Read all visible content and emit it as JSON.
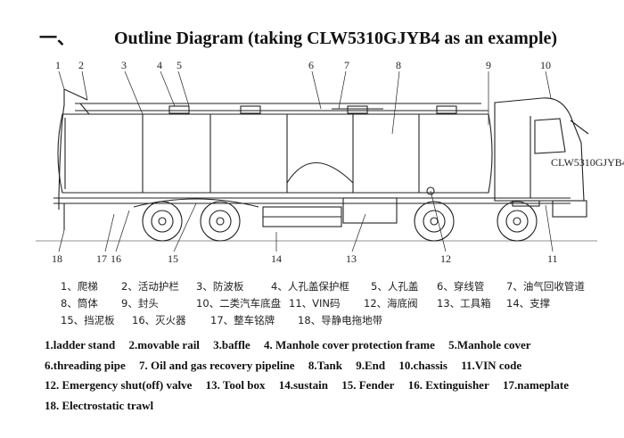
{
  "title": {
    "prefix": "一、",
    "text": "Outline Diagram (taking CLW5310GJYB4 as an example)"
  },
  "callouts": [
    "1",
    "2",
    "3",
    "4",
    "5",
    "6",
    "7",
    "8",
    "9",
    "10",
    "11",
    "12",
    "13",
    "14",
    "15",
    "16",
    "17",
    "18"
  ],
  "truck_text": [
    "CLW5310GJYB4"
  ],
  "legend_zh": [
    "1、爬梯",
    "2、活动护栏",
    "3、防波板",
    "4、人孔盖保护框",
    "5、人孔盖",
    "6、穿线管",
    "7、油气回收管道",
    "8、筒体",
    "9、封头",
    "10、二类汽车底盘",
    "11、VIN码",
    "12、海底阀",
    "13、工具箱",
    "14、支撑",
    "15、挡泥板",
    "16、灭火器",
    "17、整车铭牌",
    "18、导静电拖地带"
  ],
  "legend_en": [
    "1.ladder stand",
    "2.movable rail",
    "3.baffle",
    "4. Manhole cover protection frame",
    "5.Manhole cover",
    "6.threading pipe",
    "7. Oil and gas recovery pipeline",
    "8.Tank",
    "9.End",
    "10.chassis",
    "11.VIN code",
    "12. Emergency shut(off) valve",
    "13. Tool box",
    "14.sustain",
    "15. Fender",
    "16. Extinguisher",
    "17.nameplate",
    "18. Electrostatic trawl"
  ]
}
